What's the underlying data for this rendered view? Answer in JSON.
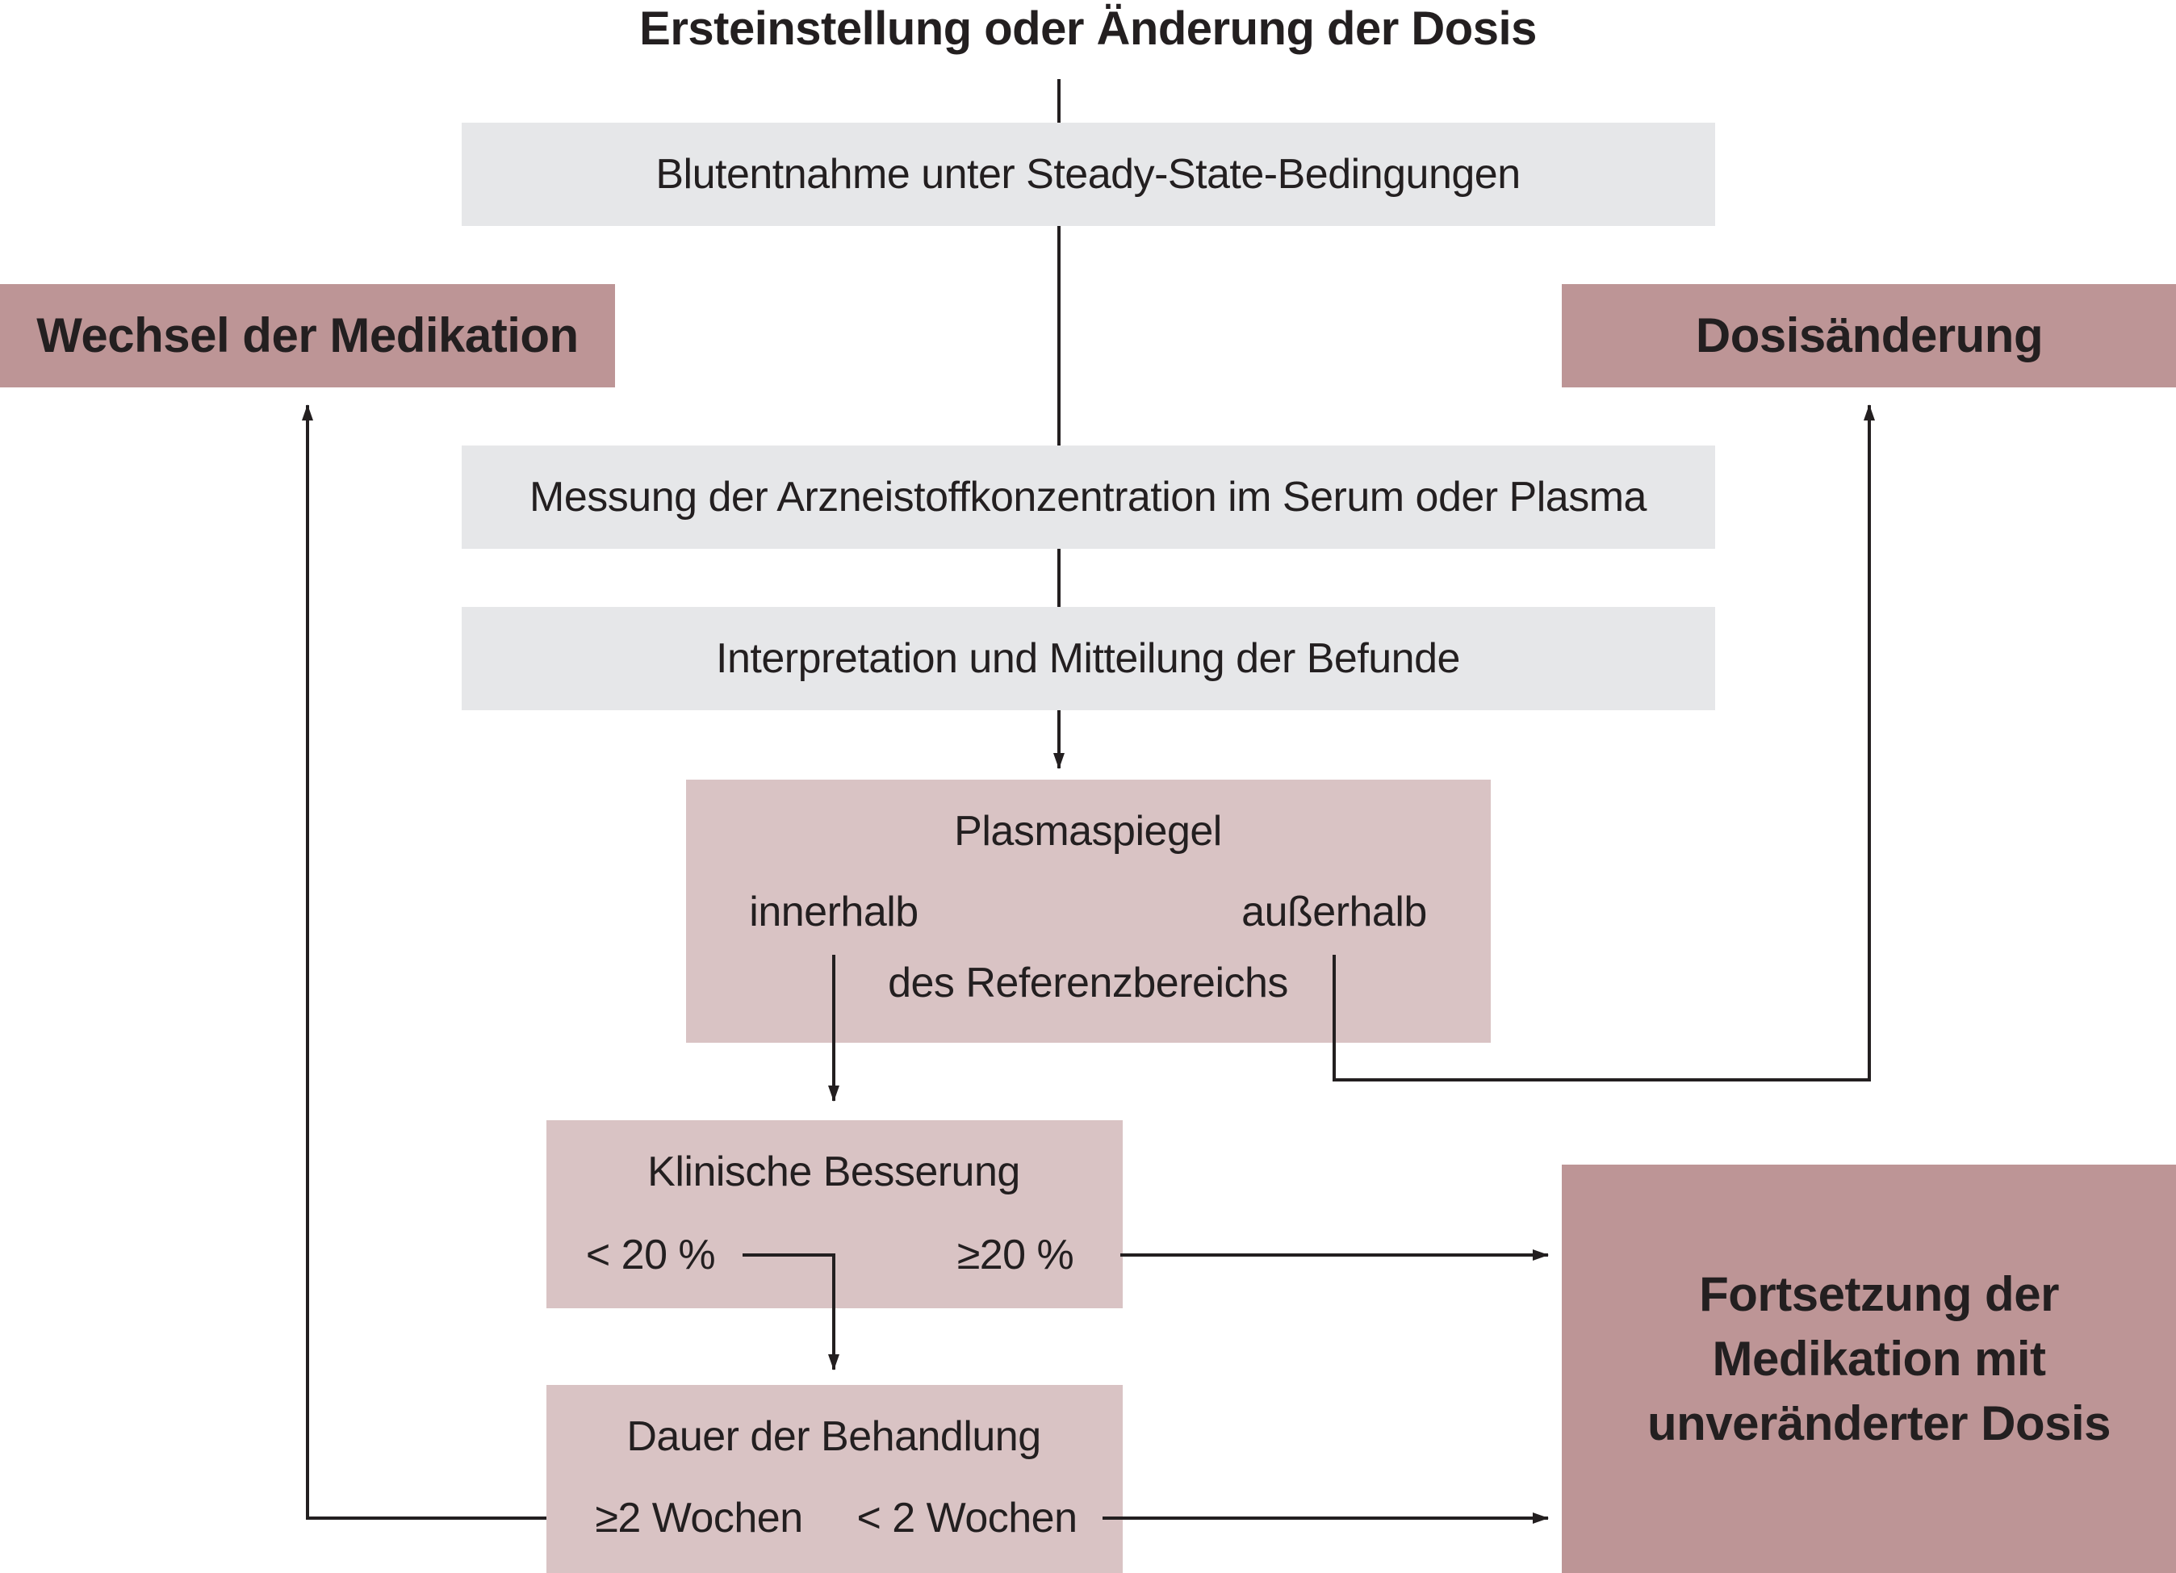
{
  "title": "Ersteinstellung oder Änderung der Dosis",
  "steps": {
    "blood_sample": "Blutentnahme unter Steady-State-Bedingungen",
    "measurement": "Messung der Arzneistoffkonzentration im Serum oder Plasma",
    "interpretation": "Interpretation und Mitteilung der Befunde"
  },
  "outcomes": {
    "change_medication": "Wechsel der Medikation",
    "dose_change": "Dosisänderung",
    "continue_line1": "Fortsetzung der",
    "continue_line2": "Medikation mit",
    "continue_line3": "unveränderter Dosis"
  },
  "plasma": {
    "heading": "Plasmaspiegel",
    "within": "innerhalb",
    "outside": "außerhalb",
    "reference": "des Referenzbereichs"
  },
  "clinical": {
    "heading": "Klinische Besserung",
    "less": "< 20 %",
    "more": "≥20 %"
  },
  "duration": {
    "heading": "Dauer der Behandlung",
    "long": "≥2 Wochen",
    "short": "< 2 Wochen"
  },
  "colors": {
    "step_box": "#e6e7e9",
    "decision_box": "#d9c3c4",
    "outcome_box": "#bd9596",
    "line": "#231f20"
  }
}
